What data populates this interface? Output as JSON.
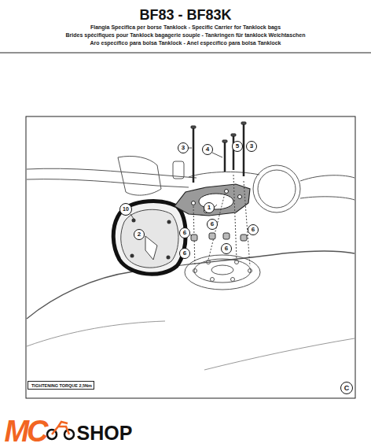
{
  "diagram": {
    "title": "BF83 - BF83K",
    "nodes": [
      {
        "text": [
          "TIGHTENING TORQUE 2,5Nm"
        ]
      }
    ],
    "edges": [],
    "labels": [
      "Flangia Specifica per borse Tanklock - Specific Carrier for Tanklock bags",
      "Brides spécifiques pour Tanklock bagagerie souple - Tankringen für tanklock Weichtaschen",
      "Aro específico para bolsa Tanklock - Anel específico para bolsa Tanklock",
      "3",
      "4",
      "5",
      "3",
      "10",
      "1",
      "2",
      "6",
      "6",
      "6",
      "6",
      "6",
      "C",
      "MC",
      "SHOP"
    ]
  }
}
